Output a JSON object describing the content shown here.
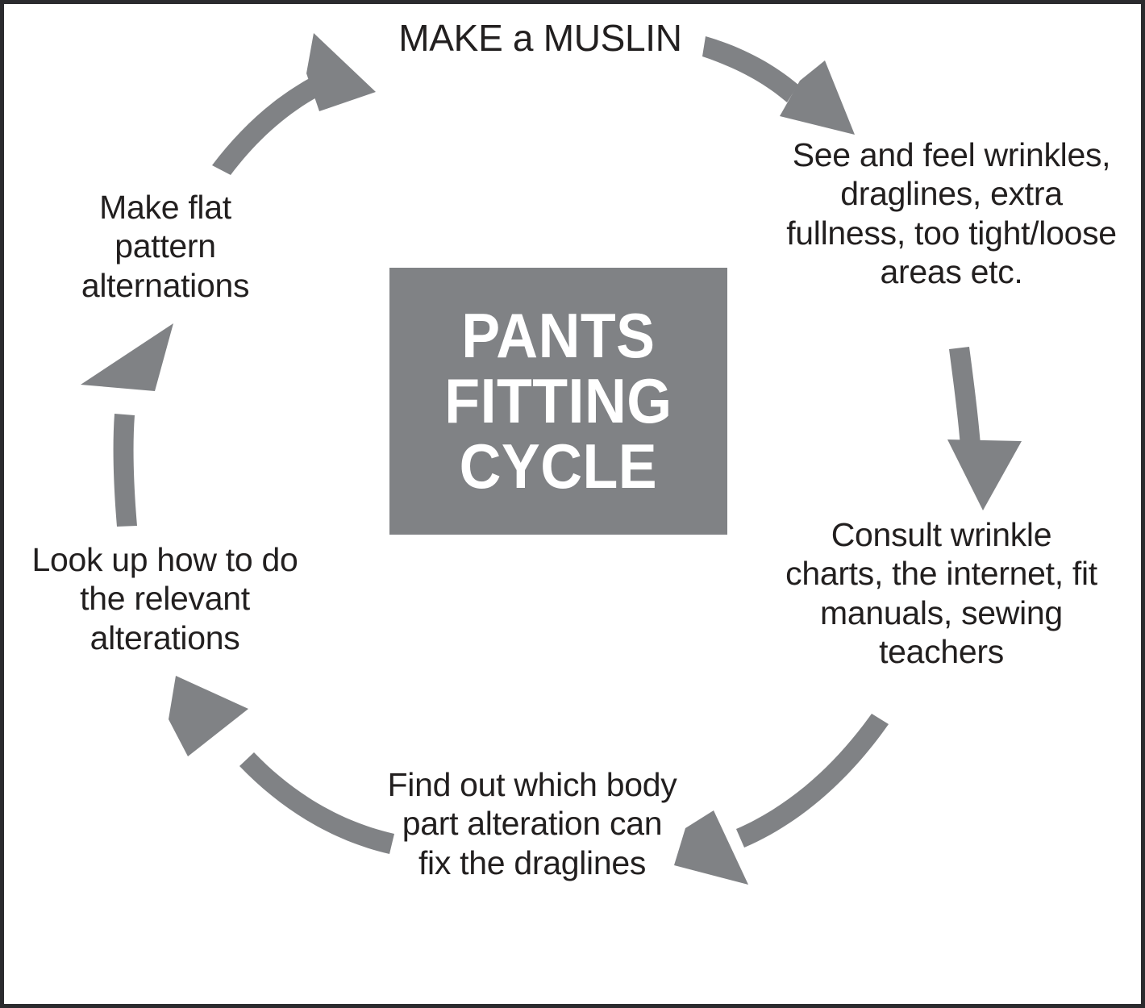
{
  "diagram": {
    "title": "PANTS FITTING CYCLE",
    "center_title_lines": "PANTS\nFITTING\nCYCLE",
    "type": "cycle",
    "colors": {
      "arrow_gray": "#808285",
      "center_box_gray": "#808285",
      "text_black": "#221f1f",
      "border": "#2b2b2e",
      "background": "#ffffff"
    },
    "steps": [
      {
        "id": "make-muslin",
        "order": 1,
        "position": "top",
        "label": "MAKE a MUSLIN"
      },
      {
        "id": "see-feel",
        "order": 2,
        "position": "right-upper",
        "label": "See and feel wrinkles, draglines, extra fullness, too tight/loose areas etc."
      },
      {
        "id": "consult",
        "order": 3,
        "position": "right-lower",
        "label": "Consult wrinkle charts, the internet, fit manuals, sewing teachers"
      },
      {
        "id": "find-out",
        "order": 4,
        "position": "bottom",
        "label": "Find out which body part alteration can fix the draglines"
      },
      {
        "id": "look-up",
        "order": 5,
        "position": "left-lower",
        "label": "Look up how to do the relevant alterations"
      },
      {
        "id": "make-flat-pattern",
        "order": 6,
        "position": "left-upper",
        "label": "Make flat pattern alternations"
      }
    ],
    "arrows": [
      {
        "id": "arrow-top-right",
        "from": "make-muslin",
        "to": "see-feel",
        "direction": "down-right"
      },
      {
        "id": "arrow-right-down",
        "from": "see-feel",
        "to": "consult",
        "direction": "down"
      },
      {
        "id": "arrow-bottom-right",
        "from": "consult",
        "to": "find-out",
        "direction": "down-left"
      },
      {
        "id": "arrow-bottom-left",
        "from": "find-out",
        "to": "look-up",
        "direction": "up-left"
      },
      {
        "id": "arrow-left-up",
        "from": "look-up",
        "to": "make-flat-pattern",
        "direction": "up"
      },
      {
        "id": "arrow-top-left",
        "from": "make-flat-pattern",
        "to": "make-muslin",
        "direction": "up-right"
      }
    ]
  }
}
